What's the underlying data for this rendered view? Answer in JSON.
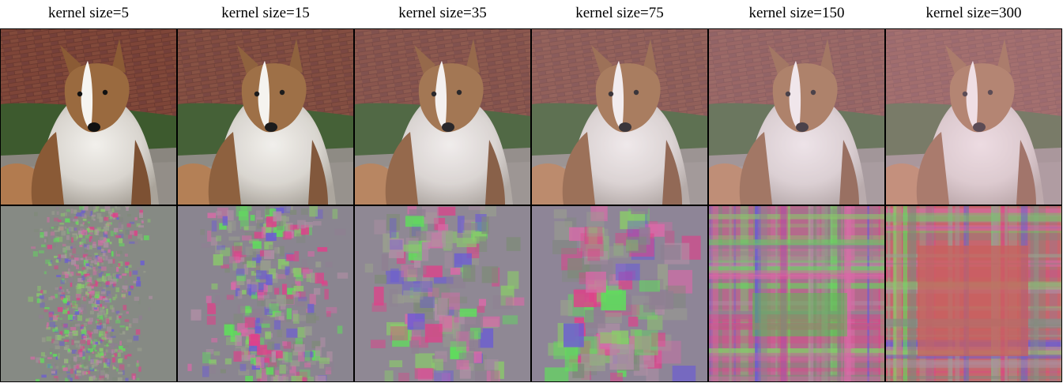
{
  "columns": [
    {
      "title": "kernel size=5"
    },
    {
      "title": "kernel size=15"
    },
    {
      "title": "kernel size=35"
    },
    {
      "title": "kernel size=75"
    },
    {
      "title": "kernel size=150"
    },
    {
      "title": "kernel size=300"
    }
  ]
}
